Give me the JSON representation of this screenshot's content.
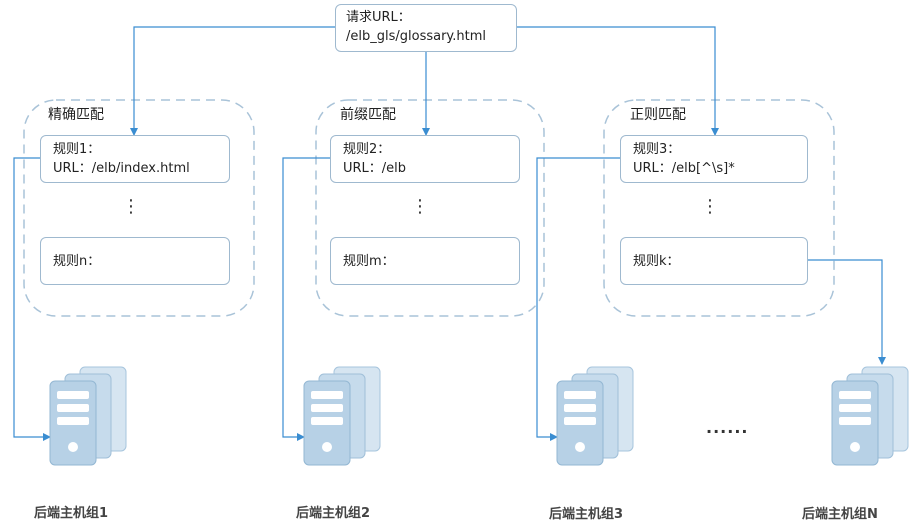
{
  "request": {
    "line1": "请求URL：",
    "line2": "/elb_gls/glossary.html"
  },
  "groups": [
    {
      "title": "精确匹配",
      "rule_first": {
        "line1": "规则1：",
        "line2": "URL：/elb/index.html"
      },
      "rule_last": "规则n："
    },
    {
      "title": "前缀匹配",
      "rule_first": {
        "line1": "规则2：",
        "line2": "URL：/elb"
      },
      "rule_last": "规则m："
    },
    {
      "title": "正则匹配",
      "rule_first": {
        "line1": "规则3：",
        "line2": "URL：/elb[^\\s]*"
      },
      "rule_last": "规则k："
    }
  ],
  "vertical_ellipsis": "⋮",
  "hosts": [
    "后端主机组1",
    "后端主机组2",
    "后端主机组3",
    "后端主机组N"
  ],
  "between_hosts_ellipsis": "......",
  "colors": {
    "arrow": "#3a8dd1",
    "dashed_border": "#a9c3d8",
    "box_border": "#9fb9cf",
    "server_light": "#dbe8f3",
    "server_mid": "#b9d2e6",
    "server_dark": "#8fb4d1"
  },
  "icons": {
    "server": "server-stack-icon"
  }
}
